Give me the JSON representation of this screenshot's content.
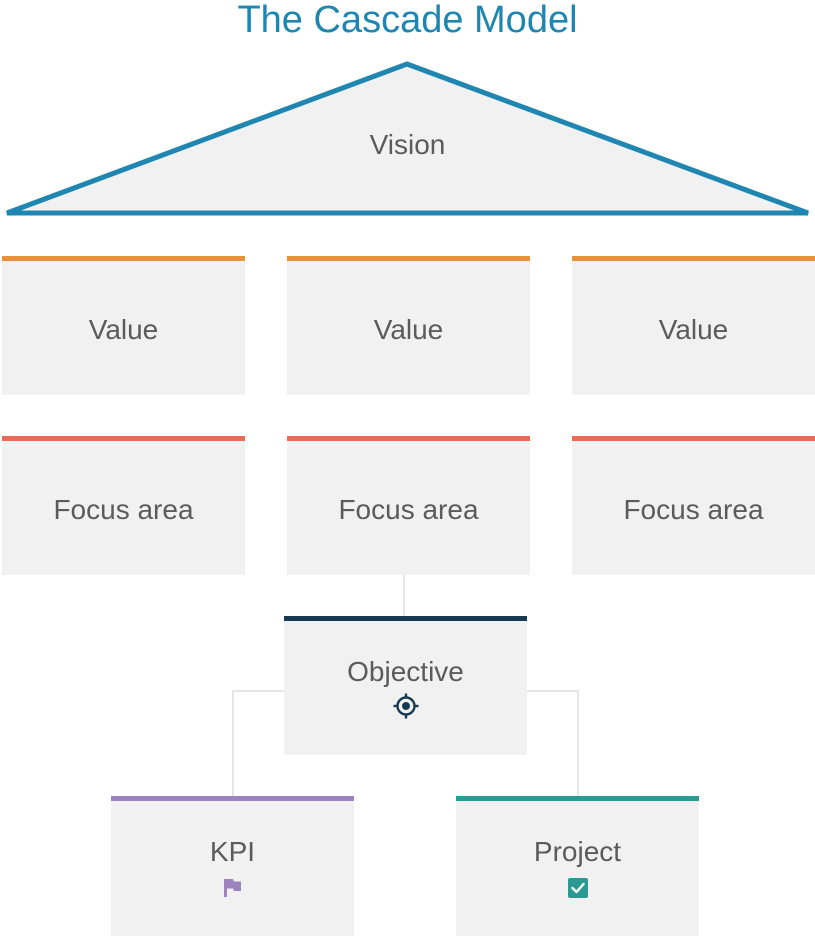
{
  "title": "The Cascade Model",
  "vision": {
    "label": "Vision"
  },
  "values": [
    {
      "label": "Value"
    },
    {
      "label": "Value"
    },
    {
      "label": "Value"
    }
  ],
  "focus_areas": [
    {
      "label": "Focus area"
    },
    {
      "label": "Focus area"
    },
    {
      "label": "Focus area"
    }
  ],
  "objective": {
    "label": "Objective",
    "icon": "target-icon"
  },
  "kpi": {
    "label": "KPI",
    "icon": "flag-icon"
  },
  "project": {
    "label": "Project",
    "icon": "checkbox-icon"
  },
  "colors": {
    "title": "#1e86b0",
    "vision_stroke": "#1e86b0",
    "value_bar": "#e8913b",
    "focus_bar": "#eb6a57",
    "objective_bar": "#163a52",
    "kpi_bar": "#9b84be",
    "project_bar": "#2a9a93",
    "box_fill": "#f1f1f1"
  }
}
